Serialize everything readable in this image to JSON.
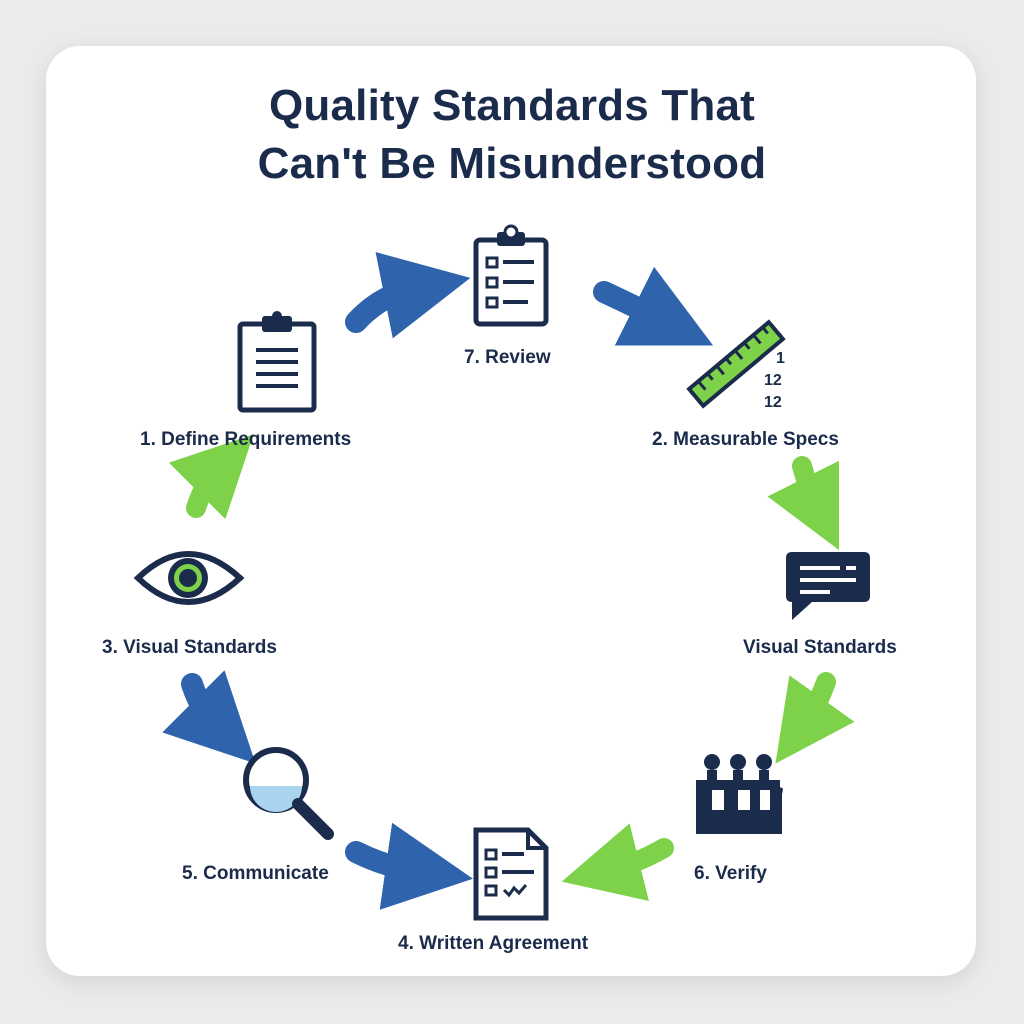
{
  "title": {
    "line1": "Quality Standards That",
    "line2": "Can't Be Misunderstood"
  },
  "steps": [
    {
      "id": "define",
      "label": "1. Define Requirements",
      "icon": "clipboard-icon"
    },
    {
      "id": "review",
      "label": "7. Review",
      "icon": "checklist-clipboard-icon"
    },
    {
      "id": "measurable",
      "label": "2. Measurable Specs",
      "icon": "ruler-icon"
    },
    {
      "id": "visual-right",
      "label": "Visual Standards",
      "icon": "chat-bubble-icon"
    },
    {
      "id": "verify",
      "label": "6. Verify",
      "icon": "factory-icon"
    },
    {
      "id": "written",
      "label": "4. Written Agreement",
      "icon": "document-checklist-icon"
    },
    {
      "id": "communicate",
      "label": "5. Communicate",
      "icon": "magnifier-icon"
    },
    {
      "id": "visual-left",
      "label": "3. Visual Standards",
      "icon": "eye-icon"
    }
  ],
  "ruler_numbers": [
    "1",
    "12",
    "12"
  ],
  "colors": {
    "navy": "#1b2b4b",
    "blue_arrow": "#2f64ad",
    "green_arrow": "#7dd24a",
    "card": "#ffffff",
    "background": "#e9ebed"
  }
}
